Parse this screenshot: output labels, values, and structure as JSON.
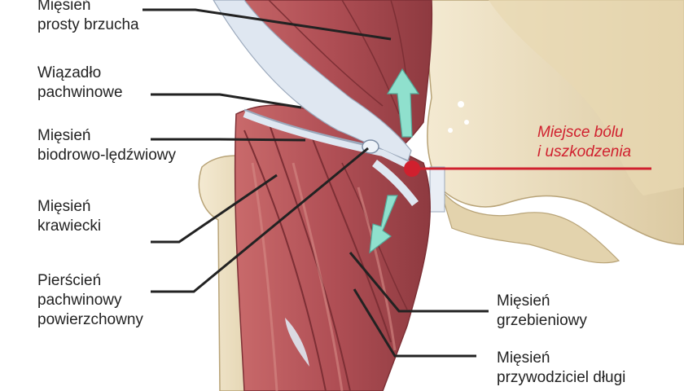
{
  "labels": {
    "rectus_abdominis": [
      "Mięsień",
      "prosty brzucha"
    ],
    "inguinal_ligament": [
      "Wiązadło",
      "pachwinowe"
    ],
    "iliopsoas": [
      "Mięsień",
      "biodrowo-lędźwiowy"
    ],
    "sartorius": [
      "Mięsień",
      "krawiecki"
    ],
    "superficial_inguinal_ring": [
      "Pierścień",
      "pachwinowy",
      "powierzchowny"
    ],
    "pain_site": [
      "Miejsce bólu",
      "i uszkodzenia"
    ],
    "pectineus": [
      "Mięsień",
      "grzebieniowy"
    ],
    "adductor_longus": [
      "Mięsień",
      "przywodziciel długi"
    ]
  },
  "colors": {
    "muscle": "#b7555a",
    "muscle_dark": "#8e3a40",
    "muscle_light": "#d58a86",
    "ligament": "#dfe7f1",
    "bone": "#efe3c6",
    "bone_shadow": "#d6c49b",
    "arrow": "#8fe0cd",
    "pain": "#d0202e",
    "leader": "#222222"
  },
  "arrows": [
    "up-arrow",
    "down-arrow"
  ]
}
